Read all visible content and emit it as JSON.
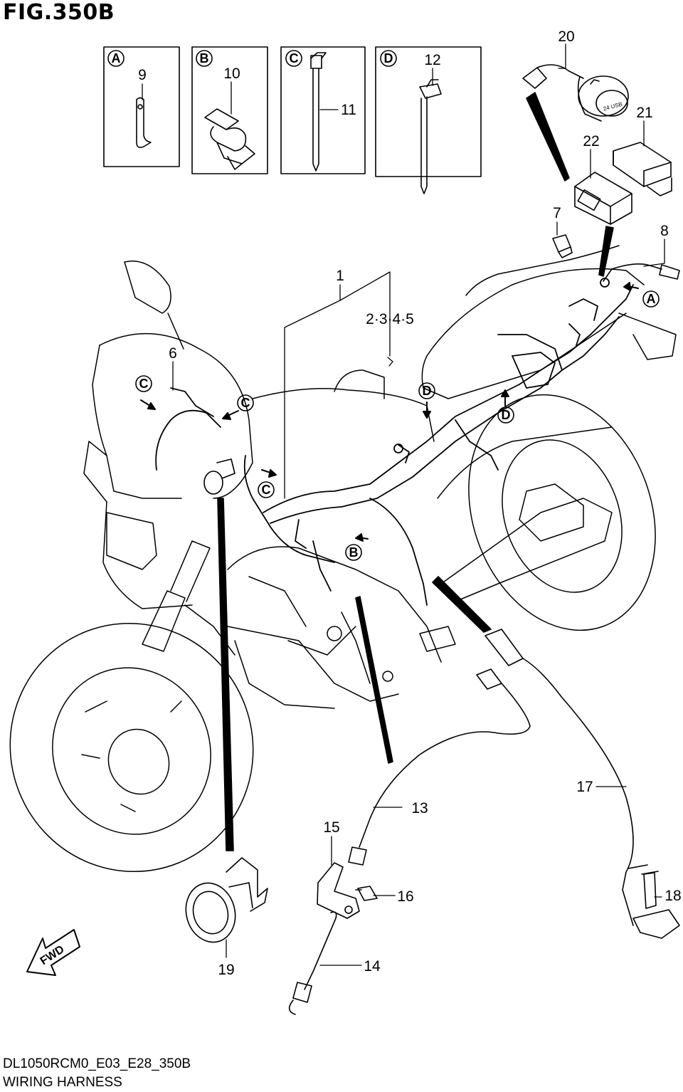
{
  "figure": {
    "title": "FIG.350B",
    "code": "DL1050RCM0_E03_E28_350B",
    "subtitle": "WIRING HARNESS"
  },
  "direction_marker": "FWD",
  "inset_boxes": [
    {
      "letter": "A",
      "part": "9"
    },
    {
      "letter": "B",
      "part": "10"
    },
    {
      "letter": "C",
      "part": "11"
    },
    {
      "letter": "D",
      "part": "12"
    }
  ],
  "callouts": {
    "p1": "1",
    "p2345": "2·3·4·5",
    "p6": "6",
    "p7": "7",
    "p8": "8",
    "p13": "13",
    "p14": "14",
    "p15": "15",
    "p16": "16",
    "p17": "17",
    "p18": "18",
    "p19": "19",
    "p20": "20",
    "p21": "21",
    "p22": "22"
  },
  "clamp_markers": [
    "A",
    "B",
    "C",
    "C",
    "C",
    "D",
    "D"
  ],
  "socket_text": "24 USB"
}
